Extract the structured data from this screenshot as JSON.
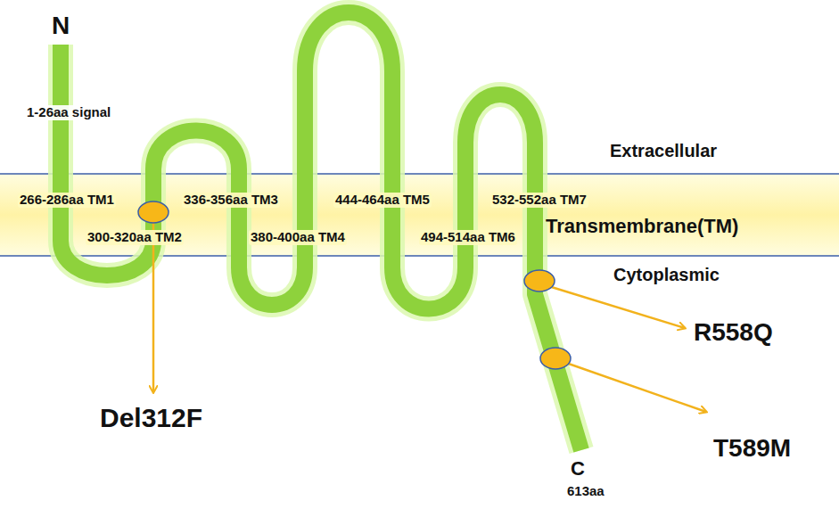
{
  "diagram": {
    "nodes": [
      {
        "text": [
          "Transmembrane(TM)"
        ]
      }
    ],
    "labels": [
      "N",
      "1-26aa signal",
      "Extracellular",
      "266-286aa TM1",
      "336-356aa TM3",
      "444-464aa TM5",
      "532-552aa TM7",
      "300-320aa TM2",
      "380-400aa TM4",
      "494-514aa TM6",
      "Cytoplasmic",
      "R558Q",
      "Del312F",
      "T589M",
      "C",
      "613aa"
    ]
  }
}
